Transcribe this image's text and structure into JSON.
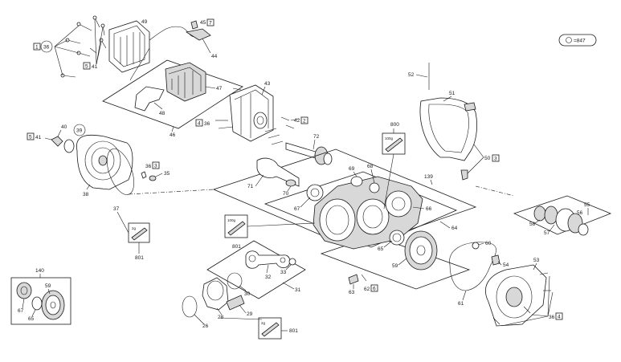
{
  "legend": {
    "symbol": "◯",
    "text": "=847"
  },
  "labels": {
    "l49": "49",
    "l45": "45",
    "l7a": "7",
    "l44": "44",
    "l47": "47",
    "l48": "48",
    "l46": "46",
    "l36a": "36",
    "l1a": "1",
    "l5a": "5",
    "l41a": "41",
    "l43": "43",
    "l4a": "4",
    "l36b": "36",
    "l42": "42",
    "l2": "2",
    "l52": "52",
    "l51": "51",
    "l50": "50",
    "l3a": "3",
    "l5b": "5",
    "l41b": "41",
    "l40": "40",
    "l39": "39",
    "l38": "38",
    "l36c": "36",
    "l3b": "3",
    "l35": "35",
    "l37": "37",
    "l801a": "801",
    "l800": "800",
    "l72": "72",
    "l71": "71",
    "l70": "70",
    "l69": "69",
    "l68": "68",
    "l139": "139",
    "l67a": "67",
    "l66": "66",
    "l64": "64",
    "l65a": "65",
    "l59a": "59",
    "l801b": "801",
    "l55": "55",
    "l58": "58",
    "l56": "56",
    "l57": "57",
    "l60": "60",
    "l54": "54",
    "l53": "53",
    "l61": "61",
    "l36d": "36",
    "l4b": "4",
    "l63": "63",
    "l62": "62",
    "l6": "6",
    "l32": "32",
    "l33": "33",
    "l30": "30",
    "l31": "31",
    "l29": "29",
    "l28": "28",
    "l26": "26",
    "l801c": "801",
    "l140": "140",
    "l59b": "59",
    "l67b": "67",
    "l65b": "65",
    "g1": "2g",
    "g2": "100g",
    "g3": "100g",
    "g4": "2g"
  }
}
